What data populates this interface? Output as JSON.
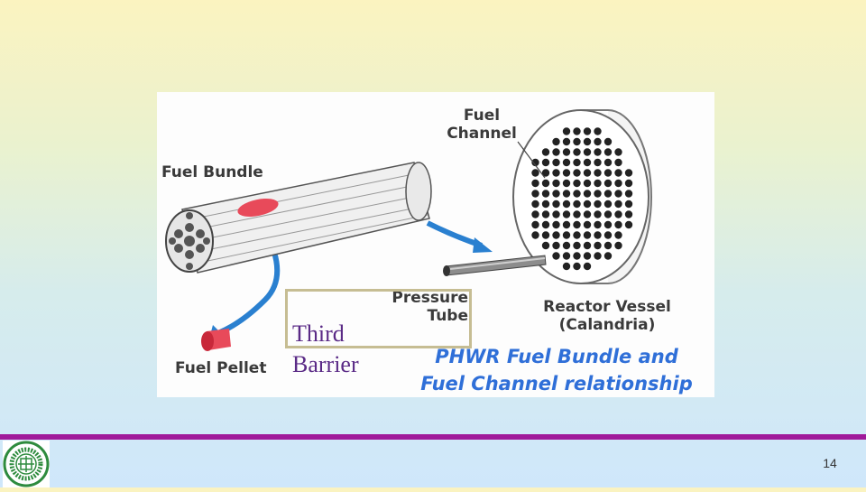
{
  "figure": {
    "labels": {
      "fuel_channel": "Fuel\nChannel",
      "fuel_bundle": "Fuel Bundle",
      "pressure_tube": "Pressure\nTube",
      "reactor_vessel": "Reactor Vessel\n(Calandria)",
      "fuel_pellet": "Fuel Pellet"
    },
    "caption": "PHWR Fuel Bundle and\nFuel Channel relationship"
  },
  "overlay": {
    "barrier_text": "Third\nBarrier"
  },
  "footer": {
    "page_number": "14",
    "accent_color": "#a01a9a"
  }
}
